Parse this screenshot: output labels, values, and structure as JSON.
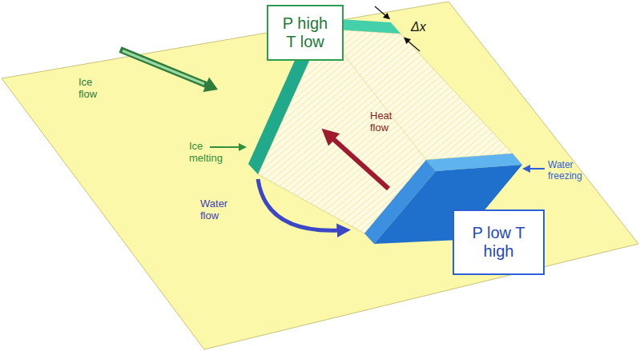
{
  "diagram": {
    "nodes": [
      {
        "text": [
          "P high T low"
        ]
      },
      {
        "text": [
          "P low T high"
        ]
      }
    ],
    "labels": [
      "Ice flow",
      "Δx",
      "Ice melting",
      "Heat flow",
      "Water flow",
      "Water freezing"
    ]
  }
}
